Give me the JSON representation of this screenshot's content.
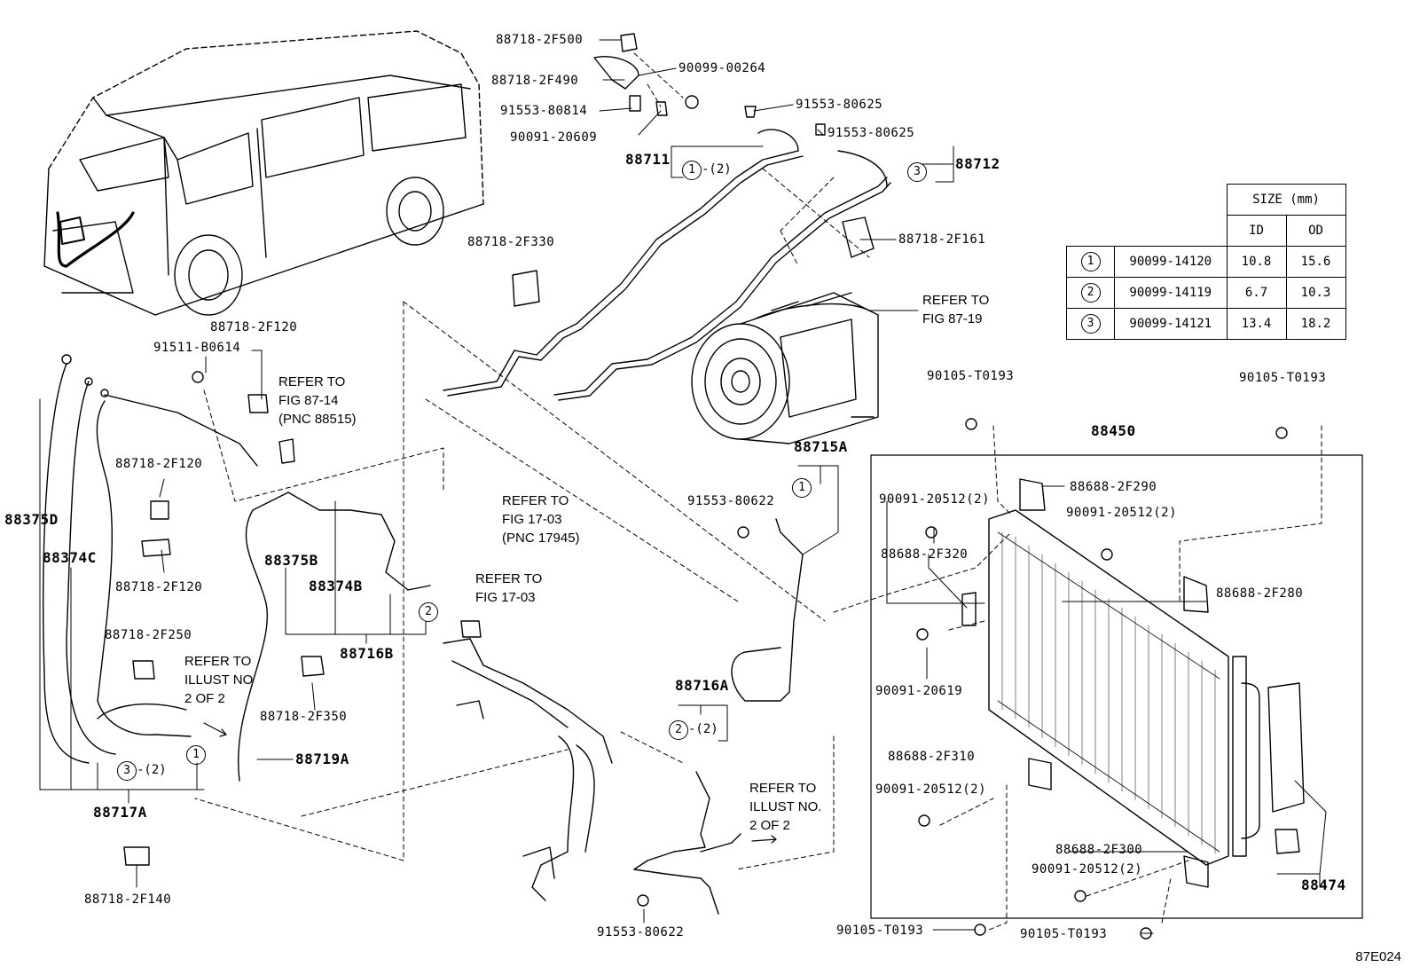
{
  "parts": [
    {
      "id": "p01",
      "text": "88718-2F500"
    },
    {
      "id": "p02",
      "text": "90099-00264"
    },
    {
      "id": "p03",
      "text": "88718-2F490"
    },
    {
      "id": "p04",
      "text": "91553-80814"
    },
    {
      "id": "p05",
      "text": "90091-20609"
    },
    {
      "id": "p06",
      "text": "91553-80625"
    },
    {
      "id": "p07",
      "text": "91553-80625"
    },
    {
      "id": "p08",
      "text": "88711"
    },
    {
      "id": "p09",
      "text": "88712"
    },
    {
      "id": "p10",
      "text": "88718-2F330"
    },
    {
      "id": "p11",
      "text": "88718-2F161"
    },
    {
      "id": "p12",
      "text": "88718-2F120"
    },
    {
      "id": "p13",
      "text": "91511-B0614"
    },
    {
      "id": "p14",
      "text": "88718-2F120"
    },
    {
      "id": "p15",
      "text": "88375D"
    },
    {
      "id": "p16",
      "text": "88374C"
    },
    {
      "id": "p17",
      "text": "88718-2F120"
    },
    {
      "id": "p18",
      "text": "88718-2F250"
    },
    {
      "id": "p19",
      "text": "88375B"
    },
    {
      "id": "p20",
      "text": "88374B"
    },
    {
      "id": "p21",
      "text": "88716B"
    },
    {
      "id": "p22",
      "text": "88718-2F350"
    },
    {
      "id": "p23",
      "text": "88719A"
    },
    {
      "id": "p24",
      "text": "88717A"
    },
    {
      "id": "p25",
      "text": "88718-2F140"
    },
    {
      "id": "p26",
      "text": "88715A"
    },
    {
      "id": "p27",
      "text": "91553-80622"
    },
    {
      "id": "p28",
      "text": "88716A"
    },
    {
      "id": "p29",
      "text": "91553-80622"
    },
    {
      "id": "p30",
      "text": "90105-T0193"
    },
    {
      "id": "p31",
      "text": "90105-T0193"
    },
    {
      "id": "p32",
      "text": "88450"
    },
    {
      "id": "p33",
      "text": "90091-20512(2)"
    },
    {
      "id": "p34",
      "text": "88688-2F290"
    },
    {
      "id": "p35",
      "text": "90091-20512(2)"
    },
    {
      "id": "p36",
      "text": "88688-2F320"
    },
    {
      "id": "p37",
      "text": "88688-2F280"
    },
    {
      "id": "p38",
      "text": "90091-20619"
    },
    {
      "id": "p39",
      "text": "88688-2F310"
    },
    {
      "id": "p40",
      "text": "90091-20512(2)"
    },
    {
      "id": "p41",
      "text": "88688-2F300"
    },
    {
      "id": "p42",
      "text": "90091-20512(2)"
    },
    {
      "id": "p43",
      "text": "88474"
    },
    {
      "id": "p44",
      "text": "90105-T0193"
    },
    {
      "id": "p45",
      "text": "90105-T0193"
    }
  ],
  "notes": [
    {
      "id": "n01",
      "text": "REFER TO\nFIG 87-19"
    },
    {
      "id": "n02",
      "text": "REFER TO\nFIG 87-14\n(PNC 88515)"
    },
    {
      "id": "n03",
      "text": "REFER TO\nFIG 17-03\n(PNC 17945)"
    },
    {
      "id": "n04",
      "text": "REFER TO\nFIG 17-03"
    },
    {
      "id": "n05",
      "text": "REFER TO\nILLUST NO\n2 OF 2"
    },
    {
      "id": "n06",
      "text": "REFER TO\nILLUST NO.\n2 OF 2"
    }
  ],
  "callouts": [
    {
      "id": "c01",
      "num": "1",
      "suffix": "-(2)"
    },
    {
      "id": "c02",
      "num": "3",
      "suffix": ""
    },
    {
      "id": "c03",
      "num": "1",
      "suffix": ""
    },
    {
      "id": "c04",
      "num": "2",
      "suffix": ""
    },
    {
      "id": "c05",
      "num": "2",
      "suffix": "-(2)"
    },
    {
      "id": "c06",
      "num": "1",
      "suffix": ""
    },
    {
      "id": "c07",
      "num": "3",
      "suffix": "-(2)"
    }
  ],
  "size_table": {
    "header": "SIZE (mm)",
    "columns": [
      "ID",
      "OD"
    ],
    "rows": [
      {
        "ref": "1",
        "part": "90099-14120",
        "id": "10.8",
        "od": "15.6"
      },
      {
        "ref": "2",
        "part": "90099-14119",
        "id": "6.7",
        "od": "10.3"
      },
      {
        "ref": "3",
        "part": "90099-14121",
        "id": "13.4",
        "od": "18.2"
      }
    ]
  },
  "figure_id": "87E024"
}
